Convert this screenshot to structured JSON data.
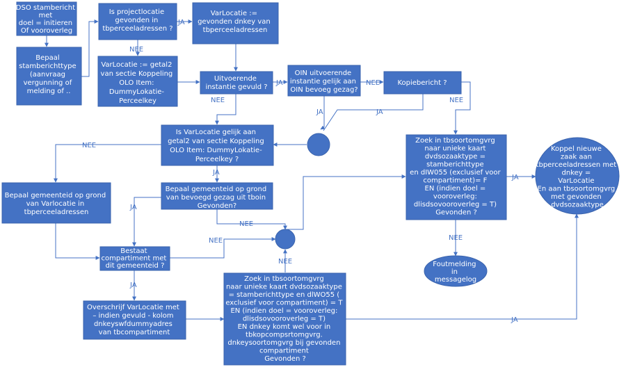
{
  "nodes": {
    "start": [
      "DSO stambericht",
      "met",
      "doel = initieren",
      "Of vooroverleg"
    ],
    "bepaal_type": [
      "Bepaal",
      "stamberichttype",
      "(aanvraag",
      "vergunning of",
      "melding of .."
    ],
    "is_projectlocatie": [
      "Is projectlocatie",
      "gevonden in",
      "tbperceeladressen ?"
    ],
    "varlocatie_gevonden": [
      "VarLocatie :=",
      "gevonden dnkey van",
      "tbperceeladressen"
    ],
    "varlocatie_getal2": [
      "VarLocatie := getal2",
      "van sectie Koppeling",
      "OLO Item:",
      "DummyLokatie-",
      "Perceelkey"
    ],
    "uitvoerende_instantie": [
      "Uitvoerende",
      "instantie gevuld ?"
    ],
    "oin_gelijk": [
      "OIN uitvoerende",
      "instantie gelijk aan",
      "OIN bevoeg gezag?"
    ],
    "kopiebericht": [
      "Kopiebericht  ?"
    ],
    "is_varlocatie_gelijk": [
      "Is VarLocatie gelijk aan",
      "getal2 van sectie Koppeling",
      "OLO Item: DummyLokatie-",
      "Perceelkey ?"
    ],
    "zoek_tbsoortomgvrg_1": [
      "Zoek in tbsoortomgvrg",
      "naar  unieke kaart",
      "dvdsozaaktype =",
      "stamberichttype",
      "en dIW055 (exclusief voor",
      "compartiment)= F",
      "EN (indien doel =",
      "vooroverleg:",
      "dlisdsovooroverleg = T)",
      "Gevonden ?"
    ],
    "koppel_zaak": [
      "Koppel nieuwe",
      "zaak aan",
      "tbperceeladressen met",
      "dnkey =",
      "VarLocatie",
      "En aan tbsoortomgvrg",
      "met gevonden",
      "dvdsozaaktype"
    ],
    "bepaal_gemeenteid_var": [
      "Bepaal gemeenteid op grond",
      "van Varlocatie in",
      "tbperceeladressen"
    ],
    "bepaal_gemeenteid_gezag": [
      "Bepaal gemeenteid op grond",
      "van bevoegd gezag uit tboin",
      "Gevonden?"
    ],
    "bestaat_compartiment": [
      "Bestaat",
      "compartiment met",
      "dit gemeenteid ?"
    ],
    "foutmelding": [
      "Foutmelding",
      "in",
      "messagelog"
    ],
    "overschrijf": [
      "Overschrijf VarLocatie met",
      "– indien gevuld - kolom",
      "dnkeyswfdummyadres",
      "van tbcompartiment"
    ],
    "zoek_tbsoortomgvrg_2": [
      "Zoek in tbsoortomgvrg",
      "naar unieke kaart dvdsozaaktype",
      "= stamberichttype en dlWO55 (",
      "exclusief voor compartiment) = T",
      "EN (indien doel = vooroverleg:",
      "dlisdsovooroverleg = T)",
      "EN dnkey komt wel voor in",
      "tbkopcompsrtomgvrg.",
      "dnkeysoortomgvrg bij gevonden",
      "compartiment",
      "Gevonden ?"
    ]
  },
  "edge_labels": {
    "ja": "JA",
    "nee": "NEE"
  },
  "colors": {
    "shape_fill": "#4472c4",
    "shape_stroke": "#3a63ad",
    "connector": "#4472c4",
    "text_on_shape": "#ffffff"
  }
}
